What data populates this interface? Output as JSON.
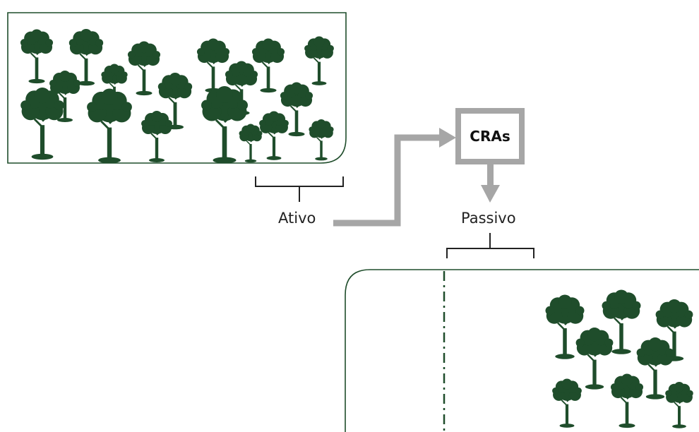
{
  "labels": {
    "ativo": "Ativo",
    "passivo": "Passivo",
    "cras": "CRAs"
  },
  "icons": {
    "tree": "araucaria-tree-icon",
    "flow_arrow": "arrow-right-icon",
    "down_arrow": "arrow-down-icon",
    "brace": "curly-brace-icon"
  },
  "colors": {
    "forest_green": "#1f4d2b",
    "arrow_gray": "#a6a6a6",
    "box_border": "#a6a6a6",
    "text": "#222222"
  }
}
